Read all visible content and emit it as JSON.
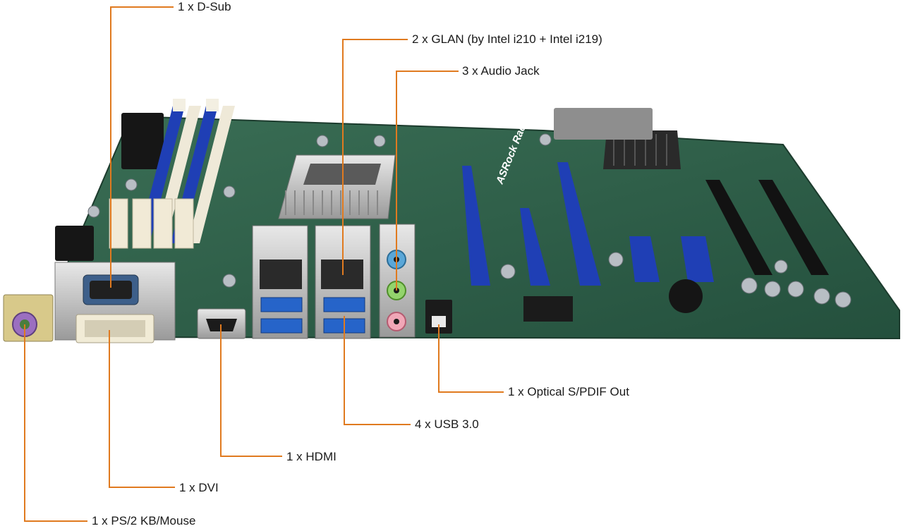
{
  "figure": {
    "board_logo": "ASRock Rack",
    "leader_color": "#e07a1f",
    "board_color": "#2f5f4a",
    "slot_color": "#1f3fb5",
    "callouts": [
      {
        "id": "dsub",
        "label": "1 x D-Sub"
      },
      {
        "id": "glan",
        "label": "2 x GLAN (by Intel i210 + Intel i219)"
      },
      {
        "id": "audio",
        "label": "3 x Audio Jack"
      },
      {
        "id": "spdif",
        "label": "1 x Optical S/PDIF Out"
      },
      {
        "id": "usb",
        "label": "4 x USB 3.0"
      },
      {
        "id": "hdmi",
        "label": "1 x HDMI"
      },
      {
        "id": "dvi",
        "label": "1 x DVI"
      },
      {
        "id": "ps2",
        "label": "1 x PS/2 KB/Mouse"
      }
    ]
  }
}
